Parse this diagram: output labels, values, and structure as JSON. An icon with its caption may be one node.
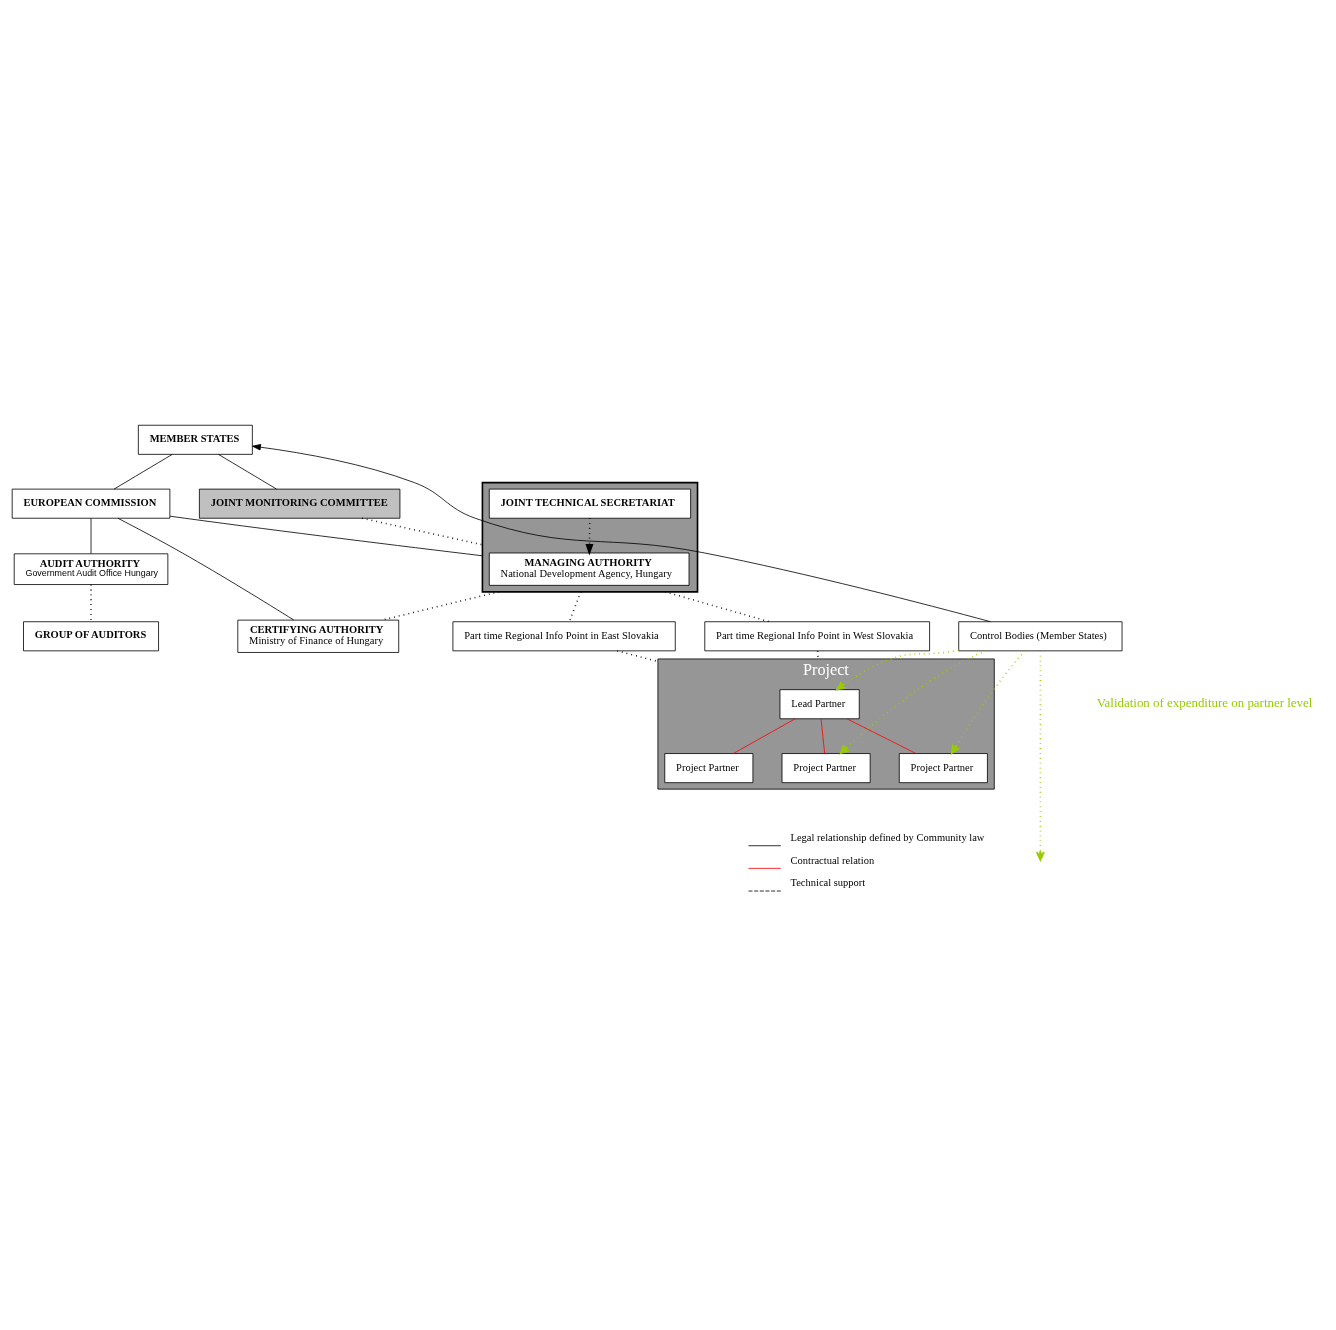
{
  "diagram": {
    "nodes": [
      {
        "text": [
          "MEMBER STATES"
        ]
      },
      {
        "text": [
          "EUROPEAN COMMISSION"
        ]
      },
      {
        "text": [
          "JOINT MONITORING COMMITTEE"
        ]
      },
      {
        "text": [
          "AUDIT AUTHORITY",
          "Government Audit Office Hungary"
        ]
      },
      {
        "text": [
          "GROUP OF AUDITORS"
        ]
      },
      {
        "text": [],
        "shape": "box"
      },
      {
        "text": [
          "MANAGING AUTHORITY",
          "National Development Agency, Hungary"
        ],
        "in": 5
      },
      {
        "text": [
          "JOINT TECHNICAL SECRETARIAT"
        ],
        "in": 5
      },
      {
        "text": [
          "CERTIFYING AUTHORITY",
          "Ministry of Finance of Hungary"
        ]
      },
      {
        "text": [
          "Part time Regional Info Point in East Slovakia"
        ]
      },
      {
        "text": [
          "Part time Regional Info Point in West Slovakia"
        ]
      },
      {
        "text": [
          "Control Bodies (Member States)"
        ]
      },
      {
        "text": [
          "Project"
        ]
      },
      {
        "text": [
          "Lead Partner"
        ],
        "in": 12
      },
      {
        "text": [
          "Project Partner"
        ],
        "in": 12
      },
      {
        "text": [
          "Project Partner"
        ],
        "in": 12
      },
      {
        "text": [
          "Project Partner"
        ],
        "in": 12
      }
    ],
    "edges": [
      {
        "from": 0,
        "to": 1,
        "arrow": "none"
      },
      {
        "from": 0,
        "to": 2,
        "arrow": "none"
      },
      {
        "from": 1,
        "to": 3,
        "arrow": "none"
      },
      {
        "from": 3,
        "to": 4,
        "arrow": "none",
        "style": "dashed"
      },
      {
        "from": 1,
        "to": 8,
        "arrow": "none"
      },
      {
        "from": 1,
        "to": 5,
        "arrow": "none"
      },
      {
        "from": 2,
        "to": 5,
        "arrow": "none",
        "style": "dashed"
      },
      {
        "from": 5,
        "to": 8,
        "arrow": "none",
        "style": "dashed"
      },
      {
        "from": 7,
        "to": 6,
        "arrow": "to",
        "style": "dashed"
      },
      {
        "from": 5,
        "to": 9,
        "arrow": "none",
        "style": "dashed"
      },
      {
        "from": 5,
        "to": 10,
        "arrow": "none",
        "style": "dashed"
      },
      {
        "from": 9,
        "to": 12,
        "arrow": "none",
        "style": "dashed"
      },
      {
        "from": 10,
        "to": 12,
        "arrow": "none",
        "style": "dashed"
      },
      {
        "from": 11,
        "to": 0,
        "arrow": "to"
      },
      {
        "from": 13,
        "to": 14,
        "arrow": "none",
        "color": "#ff0000"
      },
      {
        "from": 13,
        "to": 15,
        "arrow": "none",
        "color": "#ff0000"
      },
      {
        "from": 13,
        "to": 16,
        "arrow": "none",
        "color": "#ff0000"
      },
      {
        "from": 11,
        "to": 13,
        "arrow": "to",
        "style": "dashed",
        "color": "#99cc00"
      },
      {
        "from": 11,
        "to": 14,
        "arrow": "to",
        "style": "dashed",
        "color": "#99cc00"
      },
      {
        "from": 11,
        "to": null,
        "arrow": "to",
        "style": "dashed",
        "color": "#99cc00"
      },
      {
        "from": 11,
        "to": 16,
        "arrow": "to",
        "style": "dashed",
        "color": "#99cc00"
      }
    ],
    "labels": [
      "Validation of expenditure on partner level"
    ],
    "legend": [
      {
        "text": "Legal relationship defined by Community law"
      },
      {
        "text": "Contractual relation"
      },
      {
        "text": "Technical support"
      }
    ]
  }
}
